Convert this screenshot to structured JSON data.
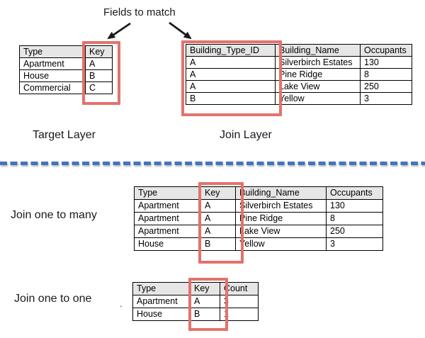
{
  "annotation": {
    "fields_to_match": "Fields to match",
    "stray_period": "."
  },
  "layers": {
    "target_label": "Target Layer",
    "join_label": "Join Layer",
    "one_to_many_label": "Join one to many",
    "one_to_one_label": "Join one to one"
  },
  "tables": {
    "target": {
      "headers": [
        "Type",
        "Key"
      ],
      "rows": [
        [
          "Apartment",
          "A"
        ],
        [
          "House",
          "B"
        ],
        [
          "Commercial",
          "C"
        ]
      ],
      "highlighted_column": "Key"
    },
    "join": {
      "headers": [
        "Building_Type_ID",
        "Building_Name",
        "Occupants"
      ],
      "rows": [
        [
          "A",
          "Silverbirch Estates",
          "130"
        ],
        [
          "A",
          "Pine Ridge",
          "8"
        ],
        [
          "A",
          "Lake View",
          "250"
        ],
        [
          "B",
          "Yellow",
          "3"
        ]
      ],
      "highlighted_column": "Building_Type_ID"
    },
    "one_to_many": {
      "headers": [
        "Type",
        "Key",
        "Building_Name",
        "Occupants"
      ],
      "rows": [
        [
          "Apartment",
          "A",
          "Silverbirch Estates",
          "130"
        ],
        [
          "Apartment",
          "A",
          "Pine Ridge",
          "8"
        ],
        [
          "Apartment",
          "A",
          "Lake View",
          "250"
        ],
        [
          "House",
          "B",
          "Yellow",
          "3"
        ]
      ],
      "highlighted_column": "Key"
    },
    "one_to_one": {
      "headers": [
        "Type",
        "Key",
        "Count"
      ],
      "rows": [
        [
          "Apartment",
          "A",
          "3"
        ],
        [
          "House",
          "B",
          "1"
        ]
      ],
      "highlighted_column": "Key"
    }
  },
  "colors": {
    "highlight_red": "#E2736C",
    "header_gray": "#E7E6E6",
    "divider_blue": "#4472C4",
    "arrow_black": "#1a1a1a"
  }
}
